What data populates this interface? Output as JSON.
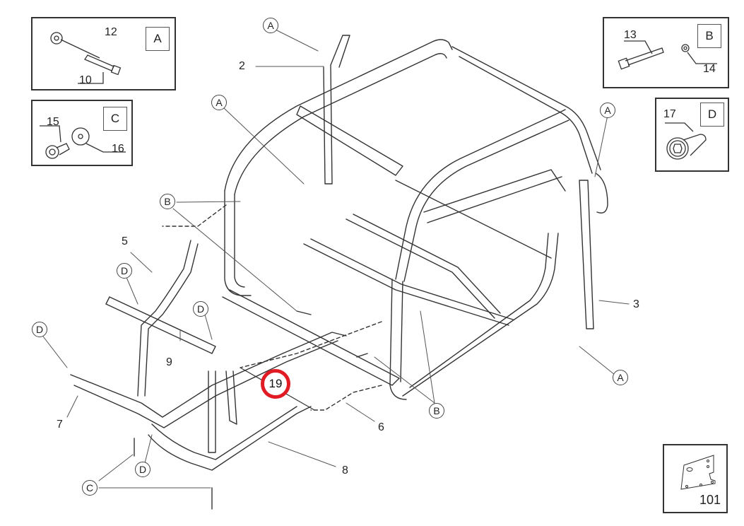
{
  "diagram": {
    "title": "Cab frame / ROPS exploded parts diagram",
    "highlight_color": "#e01b24",
    "highlighted_part": "19"
  },
  "legend_boxes": {
    "A": {
      "letter": "A",
      "parts": [
        "12",
        "10"
      ]
    },
    "B": {
      "letter": "B",
      "parts": [
        "13",
        "14"
      ]
    },
    "C": {
      "letter": "C",
      "parts": [
        "15",
        "16"
      ]
    },
    "D": {
      "letter": "D",
      "parts": [
        "17"
      ]
    },
    "extra": {
      "part": "101"
    }
  },
  "part_labels": {
    "p2": "2",
    "p3": "3",
    "p5": "5",
    "p6": "6",
    "p7": "7",
    "p8": "8",
    "p9": "9",
    "p19": "19"
  },
  "callouts": {
    "a1": "A",
    "a2": "A",
    "a3": "A",
    "a4": "A",
    "b1": "B",
    "b2": "B",
    "c1": "C",
    "d1": "D",
    "d2": "D",
    "d3": "D",
    "d4": "D"
  }
}
